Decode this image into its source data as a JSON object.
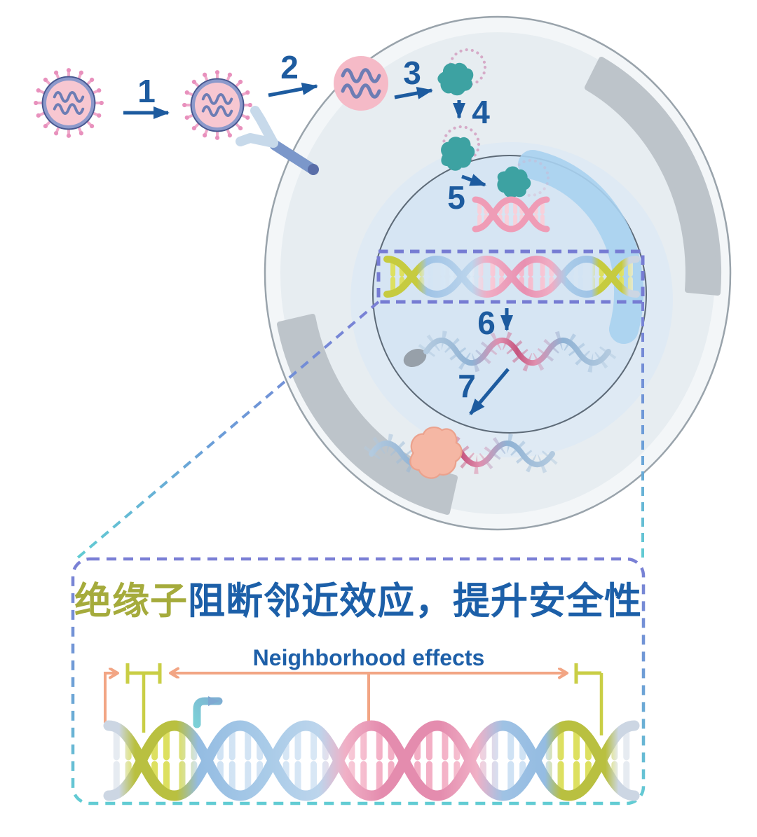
{
  "figure": {
    "steps": [
      "1",
      "2",
      "3",
      "4",
      "5",
      "6",
      "7"
    ],
    "inset": {
      "title_highlight": "绝缘子",
      "title_rest": "阻断邻近效应，提升安全性",
      "span_label": "Neighborhood effects"
    },
    "colors": {
      "step_label": "#1d5b9f",
      "arrow_blue": "#1d5b9f",
      "title_highlight": "#a5ab3c",
      "title_text": "#1c5fa8",
      "span_label_text": "#1d5fa8",
      "neighborhood_orange": "#f2a584",
      "insulator_yellow": "#c9ce45",
      "virus_pink": "#f7c7d1",
      "spike_pink": "#efa9ca",
      "capsid_teal": "#3da2a2",
      "connector_purple": "#7a7fd5",
      "connector_teal": "#62ccd3",
      "cell_body": "#e7edf1",
      "nucleus_fill": "#d6e5f3",
      "protein_salmon": "#f5b7a4"
    }
  }
}
